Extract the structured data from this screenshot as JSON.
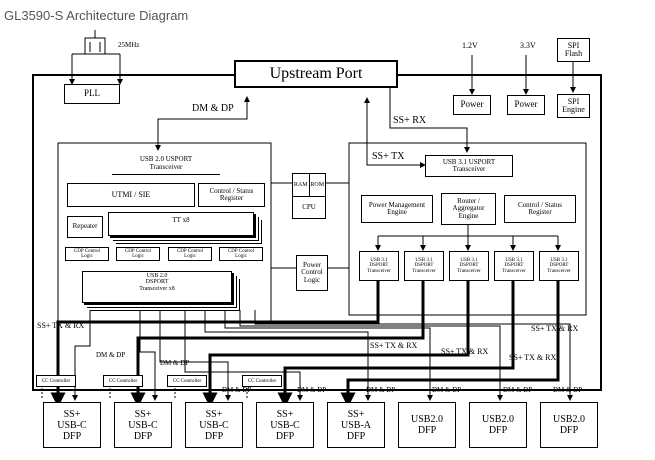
{
  "page_title": "GL3590-S Architecture Diagram",
  "top": {
    "crystal_freq": "25MHz",
    "pll": "PLL",
    "upstream_port": "Upstream Port",
    "v12": "1.2V",
    "v33": "3.3V",
    "power1": "Power",
    "power2": "Power",
    "spi_flash": "SPI\nFlash",
    "spi_engine": "SPI\nEngine"
  },
  "links": {
    "dm_dp_top": "DM & DP",
    "ss_rx_top": "SS+ RX",
    "ss_tx_top": "SS+ TX",
    "ss_tx_rx_left": "SS+ TX & RX",
    "ss_tx_rx_right": "SS+ TX & RX",
    "ss_tx_rx_mid1": "SS+ TX & RX",
    "ss_tx_rx_mid2": "SS+ TX & RX",
    "ss_tx_rx_mid3": "SS+ TX & RX",
    "dm_dp_1": "DM & DP",
    "dm_dp_2": "DM & DP",
    "dm_dp_3": "DM & DP",
    "dm_dp_4": "DM & DP",
    "dm_dp_5": "DM & DP",
    "dm_dp_6": "DM & DP",
    "dm_dp_7": "DM & DP",
    "dm_dp_8": "DM & DP"
  },
  "usb2": {
    "usport": "USB 2.0 USPORT\nTransceiver",
    "utmi": "UTMI / SIE",
    "ctrl_status": "Control / Status\nRegister",
    "repeater": "Repeater",
    "tt": "TT x8",
    "cdp": [
      "CDP Control\nLogic",
      "CDP Control\nLogic",
      "CDP Control\nLogic",
      "CDP Control\nLogic"
    ],
    "dsport": "USB 2.0\nDSPORT\nTransceiver x8"
  },
  "center": {
    "ram": "RAM",
    "rom": "ROM",
    "cpu": "CPU",
    "power_ctrl": "Power\nControl\nLogic"
  },
  "usb3": {
    "usport": "USB 3.1 USPORT\nTransceiver",
    "pm_engine": "Power Management\nEngine",
    "router": "Router /\nAggregator\nEngine",
    "ctrl_status": "Control / Status\nRegister",
    "dsport": [
      "USB 3.1\nDSPORT\nTransceiver",
      "USB 3.1\nDSPORT\nTransceiver",
      "USB 3.1\nDSPORT\nTransceiver",
      "USB 3.1\nDSPORT\nTransceiver",
      "USB 3.1\nDSPORT\nTransceiver"
    ]
  },
  "cc_controllers": [
    "CC Controller",
    "CC Controller",
    "CC Controller",
    "CC Controller"
  ],
  "dfp_ports": [
    "SS+\nUSB-C\nDFP",
    "SS+\nUSB-C\nDFP",
    "SS+\nUSB-C\nDFP",
    "SS+\nUSB-C\nDFP",
    "SS+\nUSB-A\nDFP",
    "USB2.0\nDFP",
    "USB2.0\nDFP",
    "USB2.0\nDFP"
  ]
}
